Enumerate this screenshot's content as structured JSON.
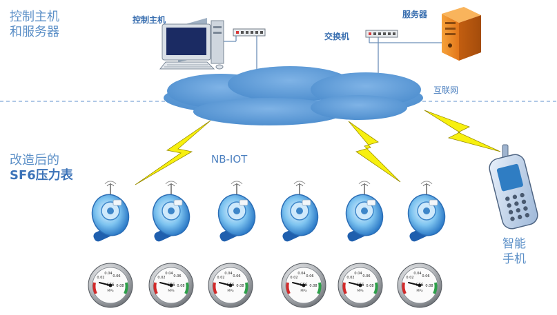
{
  "labels": {
    "left_top_line1": "控制主机",
    "left_top_line2": "和服务器",
    "control_host": "控制主机",
    "server": "服务器",
    "switch": "交换机",
    "internet": "互联网",
    "nbiot": "NB-IOT",
    "retro_line1": "改造后的",
    "retro_sf6": "SF6",
    "retro_rest": "压力表",
    "phone_line1": "智能",
    "phone_line2": "手机"
  },
  "gauge_text": {
    "center": "SF6",
    "unit": "MPa",
    "ticks": [
      "0.02",
      "0.04",
      "0.06",
      "0.08"
    ]
  },
  "colors": {
    "cloud": "#5b9bd5",
    "lightning": "#f7f00f",
    "dashed_line": "#7fa8d6",
    "text_blue": "#4b7fbf",
    "server_orange": "#f08a1c"
  },
  "icons": {
    "computer": "desktop-computer-icon",
    "server": "server-tower-icon",
    "switch": "network-switch-icon",
    "cloud": "internet-cloud-icon",
    "phone": "mobile-phone-icon",
    "lightning": "wireless-lightning-icon",
    "module": "nb-iot-module-icon",
    "gauge": "sf6-pressure-gauge-icon"
  }
}
